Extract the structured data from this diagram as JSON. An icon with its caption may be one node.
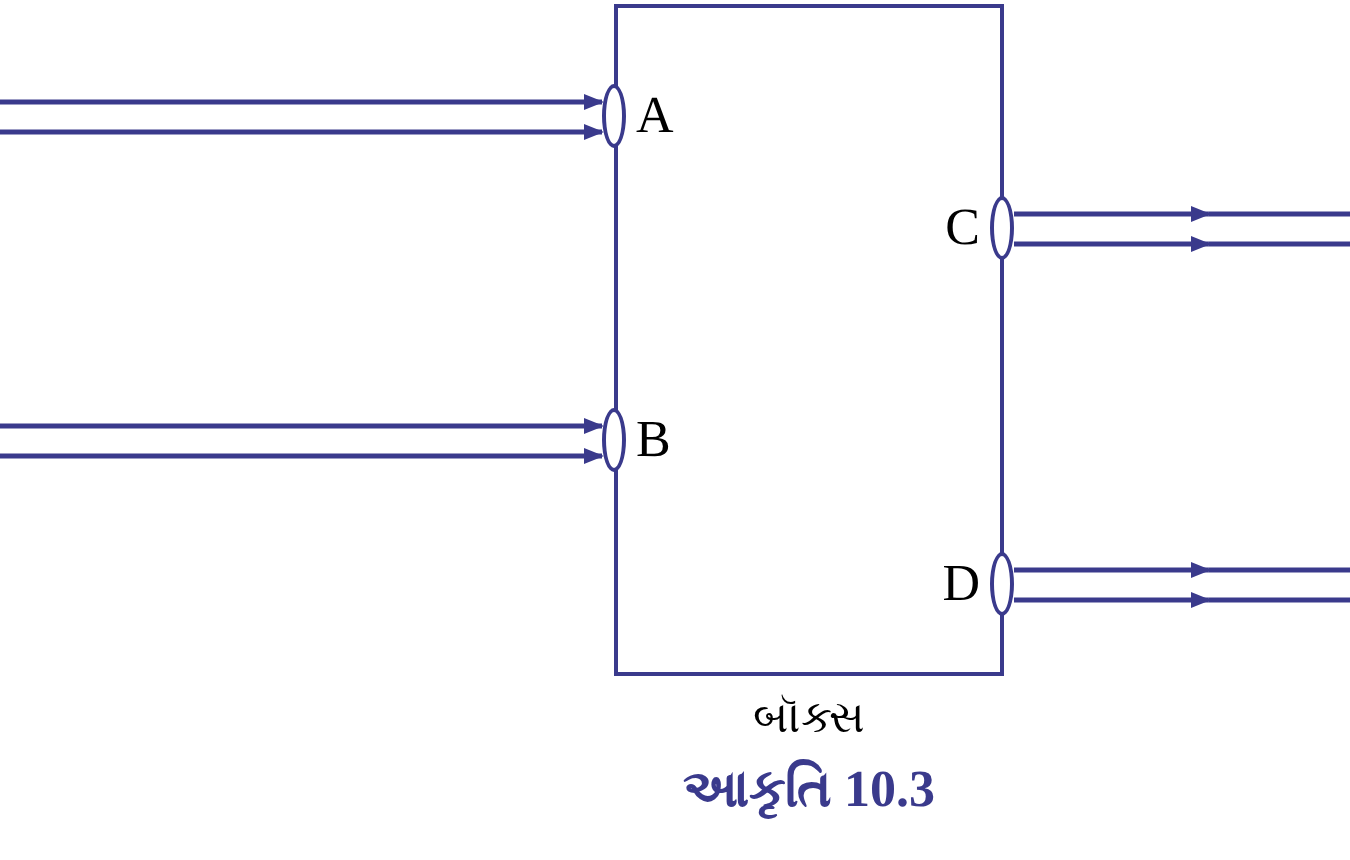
{
  "diagram": {
    "caption": "આકૃતિ 10.3",
    "nodes": [
      {
        "text": [],
        "shape": "box",
        "beside": [
          "બૉક્સ"
        ]
      },
      {
        "text": [
          "A"
        ]
      },
      {
        "text": [
          "B"
        ]
      },
      {
        "text": [
          "C"
        ]
      },
      {
        "text": [
          "D"
        ]
      }
    ],
    "edges": [
      {
        "from": null,
        "to": 1,
        "arrow": "to"
      },
      {
        "from": null,
        "to": 1,
        "arrow": "to"
      },
      {
        "from": null,
        "to": 2,
        "arrow": "to"
      },
      {
        "from": null,
        "to": 2,
        "arrow": "to"
      },
      {
        "from": 3,
        "to": null,
        "arrow": "to"
      },
      {
        "from": 3,
        "to": null,
        "arrow": "to"
      },
      {
        "from": 4,
        "to": null,
        "arrow": "to"
      },
      {
        "from": 4,
        "to": null,
        "arrow": "to"
      }
    ]
  }
}
